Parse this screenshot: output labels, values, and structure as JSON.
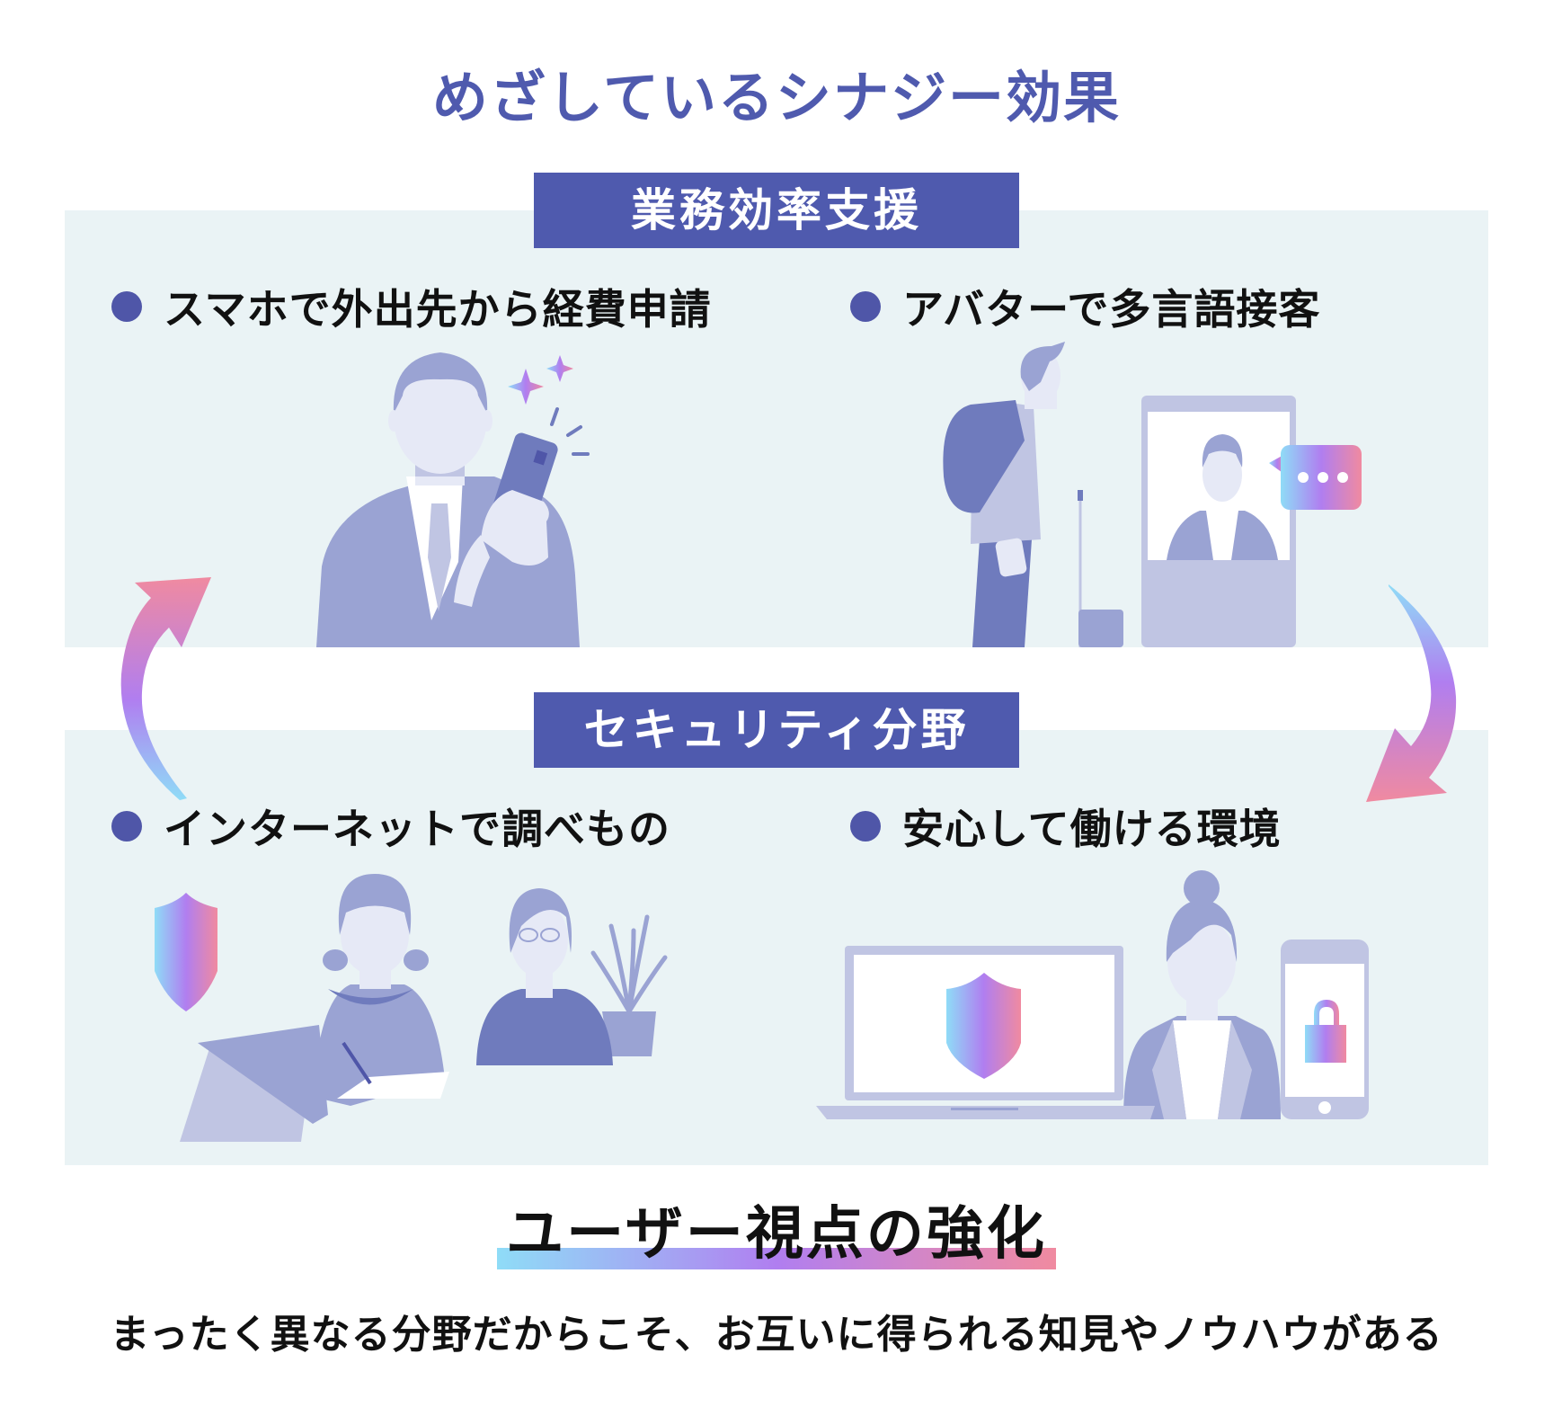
{
  "title": "めざしているシナジー効果",
  "sections": [
    {
      "label": "業務効率支援",
      "items": [
        {
          "text": "スマホで外出先から経費申請",
          "illustration": "businessman-smartphone"
        },
        {
          "text": "アバターで多言語接客",
          "illustration": "traveler-avatar-kiosk"
        }
      ]
    },
    {
      "label": "セキュリティ分野",
      "items": [
        {
          "text": "インターネットで調べもの",
          "illustration": "child-parent-tablet-shield"
        },
        {
          "text": "安心して働ける環境",
          "illustration": "woman-laptop-phone-lock"
        }
      ]
    }
  ],
  "cycle_arrows": [
    "arrow-security-to-efficiency",
    "arrow-efficiency-to-security"
  ],
  "emphasis": "ユーザー視点の強化",
  "lead": "まったく異なる分野だからこそ、お互いに得られる知見やノウハウがある",
  "colors": {
    "accent": "#4f5aae",
    "bullet": "#4f56a8",
    "panel_bg": "#eaf3f5",
    "gradient_start": "#8fdcf7",
    "gradient_mid": "#b07ef0",
    "gradient_end": "#f08aa0",
    "figure_light": "#e6e9f6",
    "figure_mid": "#9aa3d3",
    "figure_dark": "#6f7bbd",
    "device": "#c0c5e3"
  }
}
